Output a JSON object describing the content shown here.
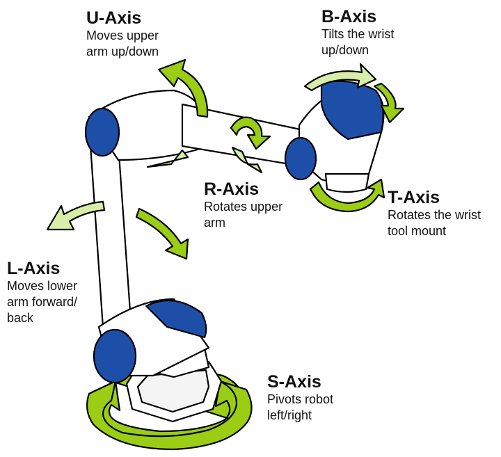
{
  "colors": {
    "arrow_fill": "#9ACD14",
    "arrow_fill_light": "#D8EEA8",
    "joint_blue": "#1E4FA8",
    "arm_body": "#FFFFFF",
    "outline": "#000000"
  },
  "axes": [
    {
      "id": "u",
      "title": "U-Axis",
      "description": "Moves upper\narm up/down"
    },
    {
      "id": "b",
      "title": "B-Axis",
      "description": "Tilts the wrist\nup/down"
    },
    {
      "id": "r",
      "title": "R-Axis",
      "description": "Rotates upper\narm"
    },
    {
      "id": "t",
      "title": "T-Axis",
      "description": "Rotates the wrist\ntool mount"
    },
    {
      "id": "l",
      "title": "L-Axis",
      "description": "Moves lower\narm forward/\nback"
    },
    {
      "id": "s",
      "title": "S-Axis",
      "description": "Pivots robot\nleft/right"
    }
  ]
}
